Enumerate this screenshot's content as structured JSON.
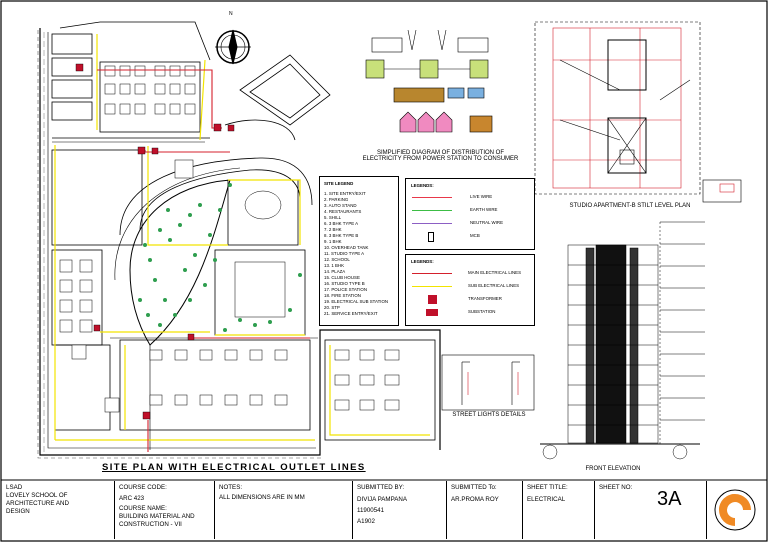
{
  "site_plan_title": "SITE PLAN WITH ELECTRICAL OUTLET LINES",
  "north_label": "N",
  "site_legend": {
    "title": "SITE LEGEND",
    "items": [
      "1. SITE ENTRY/EXIT",
      "2. PARKING",
      "3. AUTO STAND",
      "4. RESTAURANTS",
      "5. SHILL",
      "6. 3 BHK TYPE A",
      "7. 2 BHK",
      "8. 3 BHK TYPE B",
      "9. 1 BHK",
      "10. OVERHEAD TANK",
      "11. STUDIO TYPE A",
      "12. SCHOOL",
      "13. 1 BHK",
      "14. PLAZA",
      "15. CLUB HOUSE",
      "16. STUDIO TYPE B",
      "17. POLICE STATION",
      "18. FIRE STATION",
      "19. ELECTRICAL SUB STATION",
      "20. STP",
      "21. SERVICE ENTRY/EXIT"
    ]
  },
  "wire_legend": {
    "title": "LEGENDS:",
    "items": [
      {
        "label": "LIVE WIRE",
        "color": "#e8384a"
      },
      {
        "label": "EARTH WIRE",
        "color": "#3cbd45"
      },
      {
        "label": "NEUTRAL WIRE",
        "color": "#8c5fc4"
      },
      {
        "label": "MCB",
        "color": "#000000"
      }
    ]
  },
  "line_legend": {
    "title": "LEGENDS:",
    "items": [
      {
        "label": "MAIN ELECTRICAL LINES",
        "color": "#d4202c"
      },
      {
        "label": "SUB ELECTRICAL LINES",
        "color": "#f2e400"
      },
      {
        "label": "TRANSFORMER",
        "color": "#c0102a"
      },
      {
        "label": "SUBSTATION",
        "color": "#c0102a"
      }
    ]
  },
  "captions": {
    "distribution": "SIMPLIFIED DIAGRAM OF DISTRIBUTION OF ELECTRICITY FROM POWER STATION TO CONSUMER",
    "stilt_plan": "STUDIO APARTMENT-B STILT LEVEL PLAN",
    "street_lights": "STREET LIGHTS DETAILS",
    "front_elevation": "FRONT ELEVATION"
  },
  "colors": {
    "main_line": "#d4202c",
    "sub_line": "#f2e400",
    "tree": "#2e9e4e",
    "road": "#000000"
  },
  "title_block": {
    "school": [
      "LSAD",
      "LOVELY SCHOOL OF",
      "ARCHITECTURE AND",
      "DESIGN"
    ],
    "course_code_label": "COURSE CODE:",
    "course_code": "ARC 423",
    "course_name_label": "COURSE NAME:",
    "course_name": [
      "BUILDING MATERIAL AND",
      "CONSTRUCTION - VII"
    ],
    "notes_label": "NOTES:",
    "notes": "ALL DIMENSIONS ARE IN MM",
    "submitted_by_label": "SUBMITTED BY:",
    "student_name": "DIVIJA PAMPANA",
    "roll_no": "11900541",
    "section": "A1902",
    "submitted_to_label": "SUBMITTED To:",
    "submitted_to": "AR.PROMA ROY",
    "sheet_title_label": "SHEET TITLE:",
    "sheet_title": "ELECTRICAL",
    "sheet_no_label": "SHEET NO:",
    "sheet_no": "3A"
  }
}
